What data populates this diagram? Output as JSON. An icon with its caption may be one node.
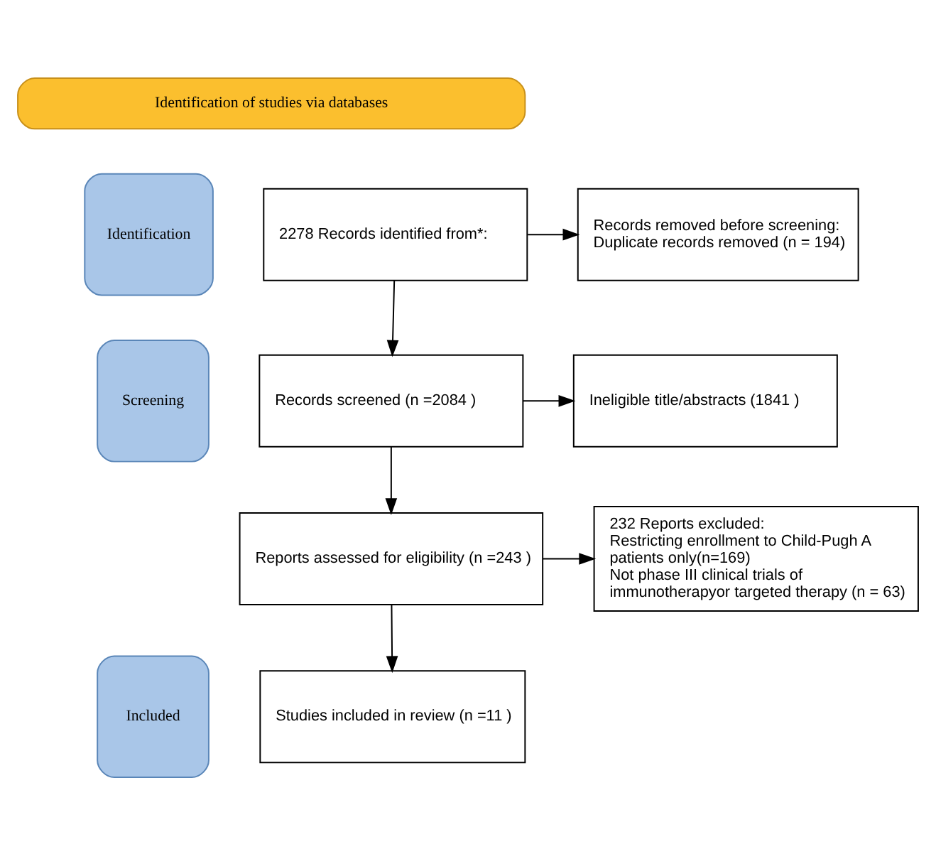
{
  "diagram": {
    "nodes": [
      {
        "text": [
          "Identification of studies via databases"
        ]
      },
      {
        "text": [
          "Identification"
        ]
      },
      {
        "text": [
          "Screening"
        ]
      },
      {
        "text": [
          "Included"
        ]
      },
      {
        "text": [
          "2278 Records identified from*:"
        ]
      },
      {
        "text": [
          "Records removed before screening:",
          "Duplicate records removed (n = 194)"
        ]
      },
      {
        "text": [
          "Records screened (n =2084 )"
        ]
      },
      {
        "text": [
          "Ineligible title/abstracts (1841 )"
        ]
      },
      {
        "text": [
          "Reports assessed for eligibility (n =243 )"
        ]
      },
      {
        "text": [
          "232 Reports excluded:",
          "Restricting enrollment to Child-Pugh A patients only(n=169)",
          "Not phase III clinical trials of immunotherapyor targeted therapy (n = 63)"
        ]
      },
      {
        "text": [
          "Studies included in review (n =11 )"
        ]
      }
    ],
    "edges": [
      {
        "from": 4,
        "to": 5,
        "arrow": "to"
      },
      {
        "from": 4,
        "to": 6,
        "arrow": "to"
      },
      {
        "from": 6,
        "to": 7,
        "arrow": "to"
      },
      {
        "from": 6,
        "to": 8,
        "arrow": "to"
      },
      {
        "from": 8,
        "to": 9,
        "arrow": "to"
      },
      {
        "from": 8,
        "to": 10,
        "arrow": "to"
      }
    ]
  }
}
